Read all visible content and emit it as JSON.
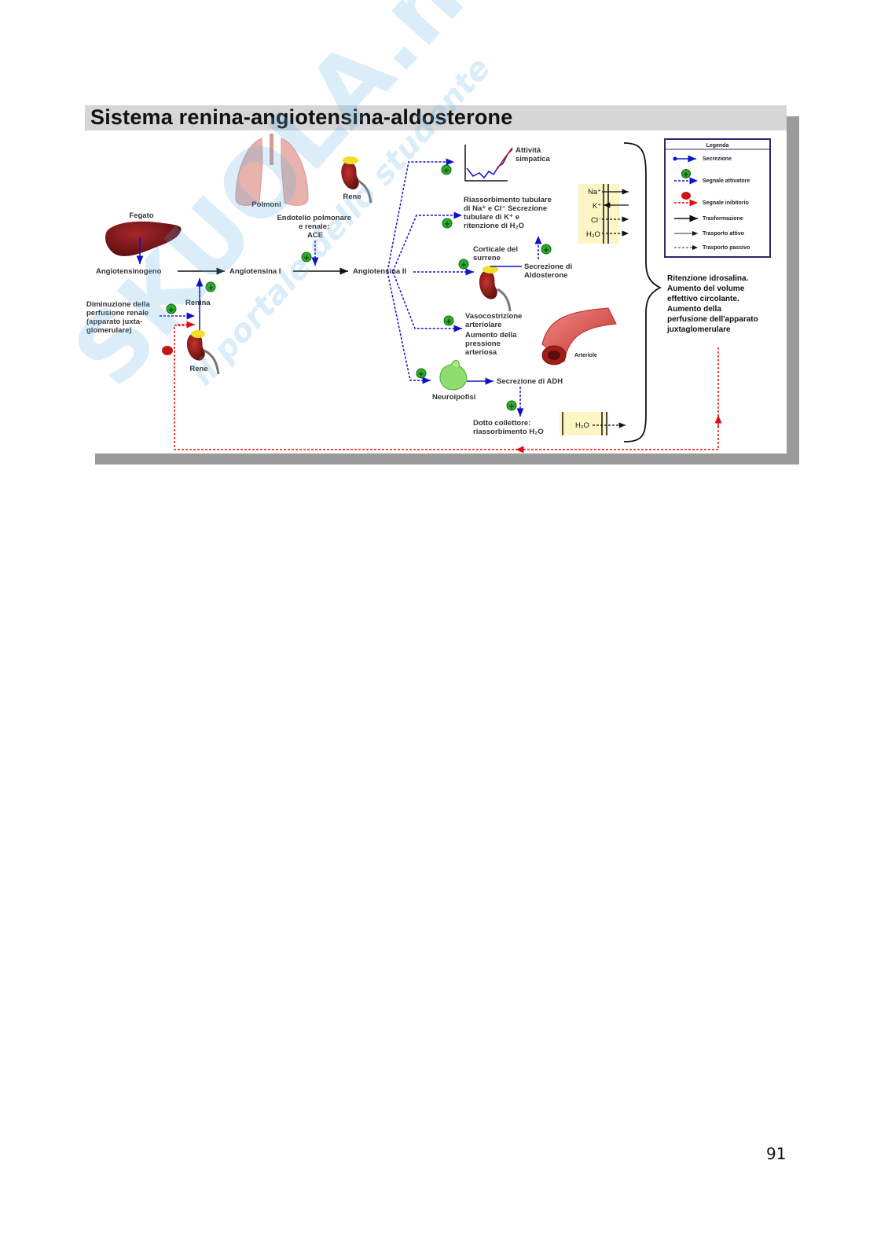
{
  "slide": {
    "title": "Sistema renina-angiotensina-aldosterone"
  },
  "organs": {
    "lungs": "Polmoni",
    "kidney_top": "Rene",
    "liver": "Fegato",
    "kidney_bottom": "Rene",
    "adrenal": "Corticale del surrene",
    "pituitary": "Neuroipofisi",
    "arteriole": "Arteriole"
  },
  "labels": {
    "ace": [
      "Endotelio polmonare",
      "e renale:",
      "ACE"
    ],
    "angiotensinogen": "Angiotensinogeno",
    "angiotensin1": "Angiotensina I",
    "angiotensin2": "Angiotensina II",
    "renin": "Renina",
    "perfusion_drop": [
      "Diminuzione della",
      "perfusione renale",
      "(apparato juxta-",
      "glomerulare)"
    ],
    "sympathetic": [
      "Attività",
      "simpatica"
    ],
    "tubular": [
      "Riassorbimento tubulare",
      "di Na⁺ e Cl⁻ Secrezione",
      "tubulare di K⁺ e",
      "ritenzione di H₂O"
    ],
    "adrenal": [
      "Corticale del",
      "surrene"
    ],
    "aldosterone": [
      "Secrezione di",
      "Aldosterone"
    ],
    "vasoconstriction": [
      "Vasocostrizione",
      "arteriolare",
      "Aumento della",
      "pressione",
      "arteriosa"
    ],
    "adh": "Secrezione di ADH",
    "collecting_duct": [
      "Dotto collettore:",
      "riassorbimento H₂O"
    ],
    "outcome": [
      "Ritenzione idrosalina.",
      "Aumento del volume",
      "effettivo circolante.",
      "Aumento della",
      "perfusione dell'apparato",
      "juxtaglomerulare"
    ]
  },
  "ions": [
    "Na⁺",
    "K⁺",
    "Cl⁻",
    "H₂O"
  ],
  "duct_ion": "H₂O",
  "legend": {
    "title": "Legenda",
    "items": [
      "Secrezione",
      "Segnale attivatore",
      "Segnale inibitorio",
      "Trasformazione",
      "Trasporto attivo",
      "Trasporto passivo"
    ]
  },
  "watermark": {
    "brand": "SKUOLA.net",
    "tagline": "il portale dello studente"
  },
  "colors": {
    "secretion": "#1010c8",
    "inhibitory": "#dd1111",
    "activator": "#22aa22",
    "organ_red": "#8b1a1a",
    "title_bar": "#d6d6d6"
  },
  "page_number": "91"
}
